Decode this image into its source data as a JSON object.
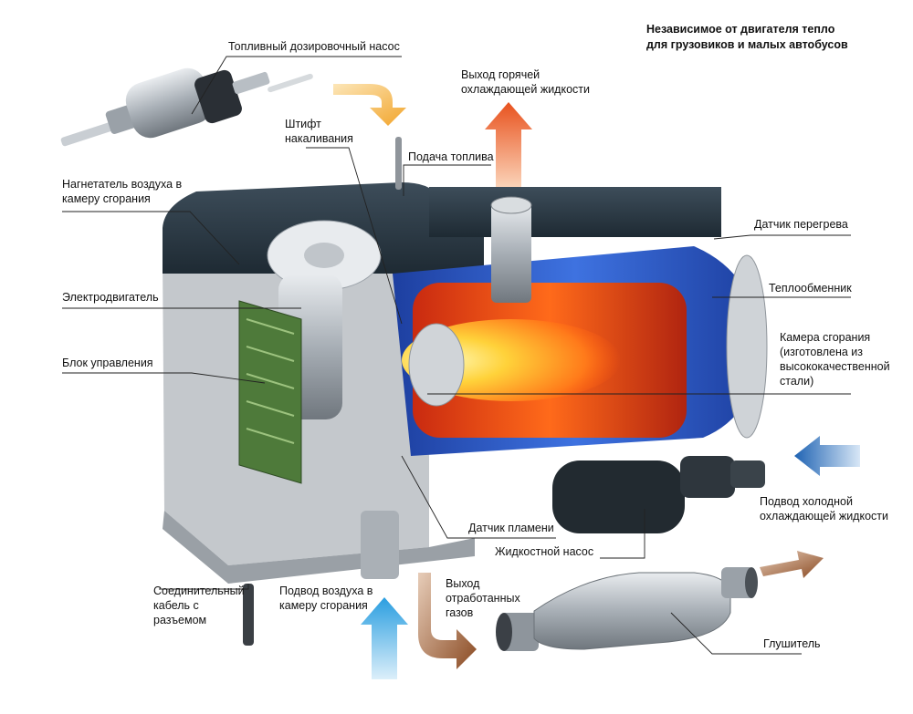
{
  "title": "Независимое от двигателя тепло\nдля грузовиков и малых автобусов",
  "labels": {
    "fuel_pump": "Топливный дозировочный насос",
    "hot_coolant_out": "Выход горячей\nохлаждающей жидкости",
    "glow_pin": "Штифт\nнакаливания",
    "fuel_supply": "Подача топлива",
    "air_blower": "Нагнетатель воздуха в\nкамеру сгорания",
    "overheat_sensor": "Датчик перегрева",
    "heat_exchanger": "Теплообменник",
    "electric_motor": "Электродвигатель",
    "combustion_chamber": "Камера сгорания\n(изготовлена из\nвысококачественной\nстали)",
    "control_unit": "Блок управления",
    "cold_coolant_in": "Подвод холодной\nохлаждающей жидкости",
    "flame_sensor": "Датчик пламени",
    "liquid_pump": "Жидкостной насос",
    "cable": "Соединительный\nкабель с\nразъемом",
    "air_intake": "Подвод воздуха в\nкамеру сгорания",
    "exhaust_out": "Выход\nотработанных\nгазов",
    "muffler": "Глушитель"
  },
  "colors": {
    "hot_arrow": "#e8521e",
    "cold_arrow": "#1f63b3",
    "fuel_arrow": "#f2a52c",
    "exhaust_arrow": "#8a4a22",
    "air_arrow": "#2a9ee0",
    "heat_exchanger": "#2b56c9",
    "housing": "#2c3a46",
    "flame": "#ff6a1a"
  }
}
